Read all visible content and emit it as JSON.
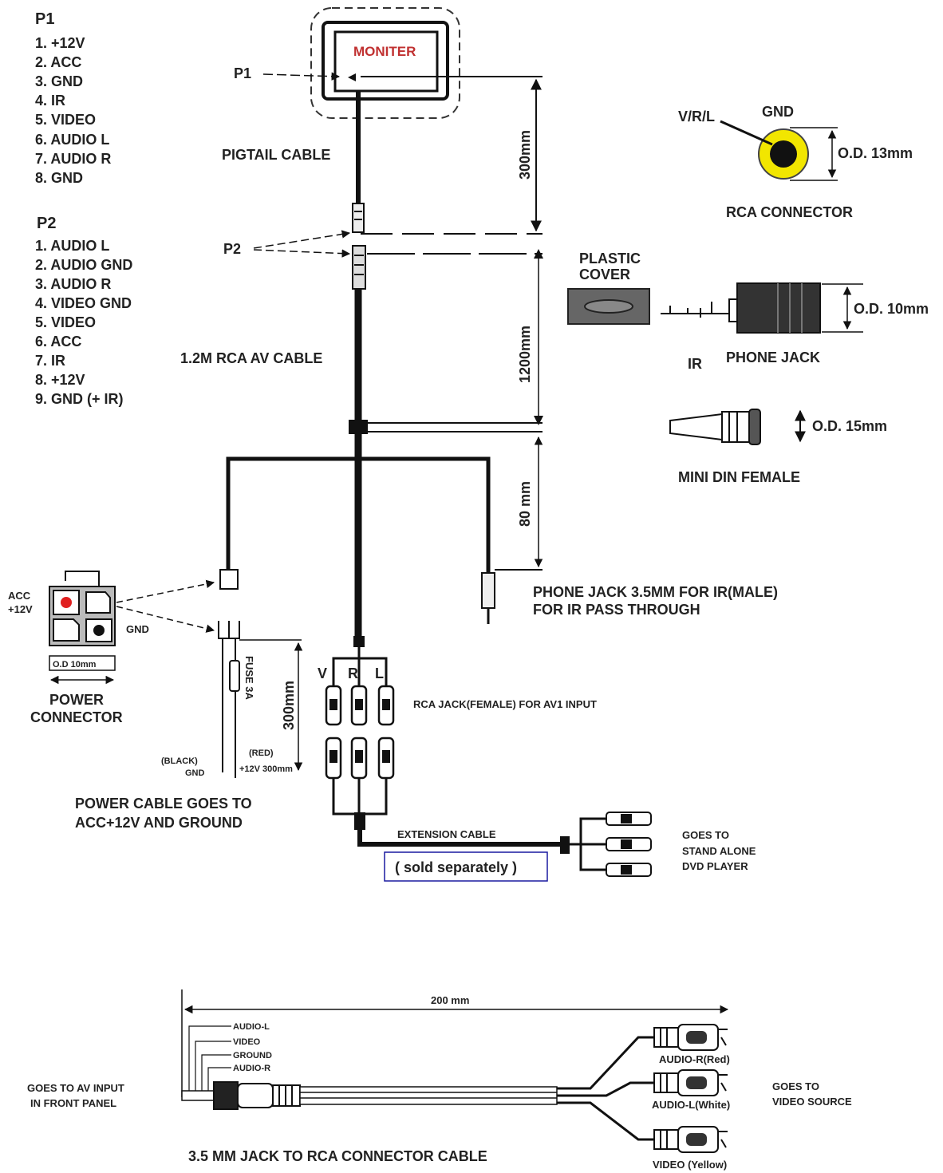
{
  "p1": {
    "title": "P1",
    "pins": [
      "1. +12V",
      "2. ACC",
      "3. GND",
      "4. IR",
      "5. VIDEO",
      "6. AUDIO L",
      "7. AUDIO R",
      "8. GND"
    ]
  },
  "p2": {
    "title": "P2",
    "pins": [
      "1. AUDIO L",
      "2. AUDIO GND",
      "3. AUDIO R",
      "4. VIDEO GND",
      "5. VIDEO",
      "6. ACC",
      "7. IR",
      "8. +12V",
      "9. GND (+ IR)"
    ]
  },
  "monitor": {
    "label": "MONITER",
    "p1_tag": "P1",
    "p2_tag": "P2"
  },
  "labels": {
    "pigtail_cable": "PIGTAIL CABLE",
    "rca_av_cable": "1.2M RCA AV CABLE",
    "dim_300mm_top": "300mm",
    "dim_1200mm": "1200mm",
    "dim_80mm": "80 mm",
    "dim_300mm_power": "300mm",
    "rca_conn_vrl": "V/R/L",
    "rca_conn_gnd": "GND",
    "rca_conn_od": "O.D. 13mm",
    "rca_connector": "RCA CONNECTOR",
    "plastic_cover": "PLASTIC",
    "plastic_cover_2": "COVER",
    "ir": "IR",
    "phone_jack": "PHONE JACK",
    "phone_jack_od": "O.D. 10mm",
    "mini_din_od": "O.D. 15mm",
    "mini_din_female": "MINI DIN FEMALE",
    "phone_jack_ir_1": "PHONE JACK 3.5MM FOR IR(MALE)",
    "phone_jack_ir_2": "FOR IR PASS THROUGH",
    "acc": "ACC",
    "plus12v": "+12V",
    "gnd": "GND",
    "od_size": "O.D 10mm",
    "power_connector_1": "POWER",
    "power_connector_2": "CONNECTOR",
    "fuse": "FUSE 3A",
    "black_gnd_1": "(BLACK)",
    "black_gnd_2": "GND",
    "red_1": "(RED)",
    "red_2": "+12V 300mm",
    "power_cable_1": "POWER CABLE GOES TO",
    "power_cable_2": "ACC+12V AND GROUND",
    "v": "V",
    "r": "R",
    "l": "L",
    "rca_jack_female": "RCA JACK(FEMALE) FOR AV1 INPUT",
    "extension_cable": "EXTENSION CABLE",
    "sold_separately": "( sold separately )",
    "goes_to_1": "GOES TO",
    "goes_to_2": "STAND ALONE",
    "goes_to_3": "DVD PLAYER"
  },
  "bottom": {
    "length": "200 mm",
    "wires": [
      "AUDIO-L",
      "VIDEO",
      "GROUND",
      "AUDIO-R"
    ],
    "goes_to_av_1": "GOES TO AV INPUT",
    "goes_to_av_2": "IN FRONT PANEL",
    "audio_r": "AUDIO-R(Red)",
    "audio_l": "AUDIO-L(White)",
    "video": "VIDEO (Yellow)",
    "goes_to_video_1": "GOES TO",
    "goes_to_video_2": "VIDEO SOURCE",
    "title": "3.5 MM JACK TO RCA CONNECTOR CABLE"
  },
  "colors": {
    "line": "#111111",
    "rca_yellow": "#f2e600",
    "red_dot": "#e02020",
    "sold_box": "#1a1aa0"
  }
}
